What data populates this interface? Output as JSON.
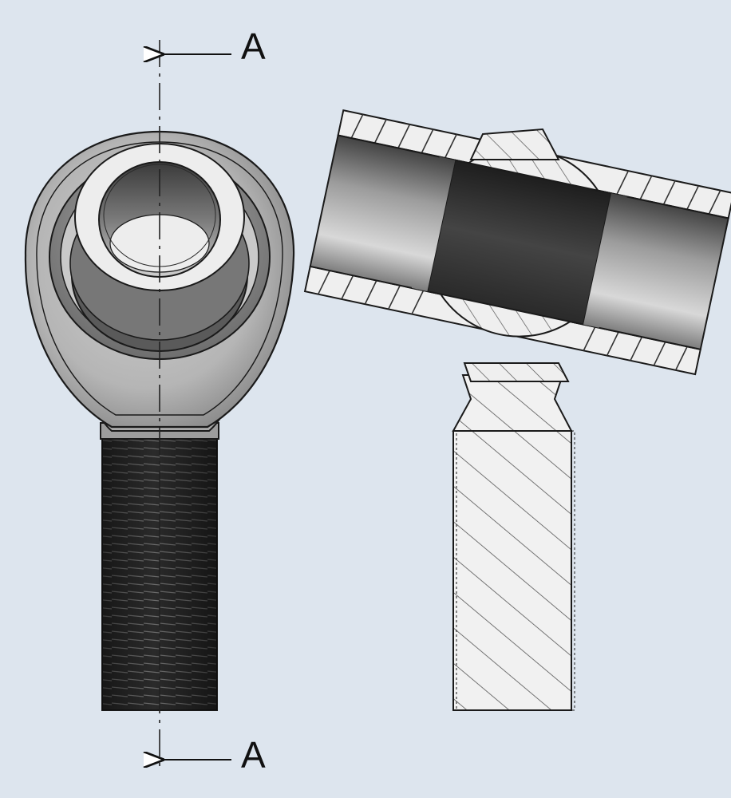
{
  "diagram": {
    "section_label_top": "A",
    "section_label_bottom": "A",
    "colors": {
      "background": "#dde5ee",
      "line": "#1a1a1a",
      "hatch": "#555555",
      "thread_dark": "#262626",
      "bore_dark": "#2e2e2e",
      "metal_light": "#e6e6e6",
      "metal_mid": "#9a9a9a"
    },
    "views": [
      "front-view",
      "section-view-a-a"
    ]
  }
}
